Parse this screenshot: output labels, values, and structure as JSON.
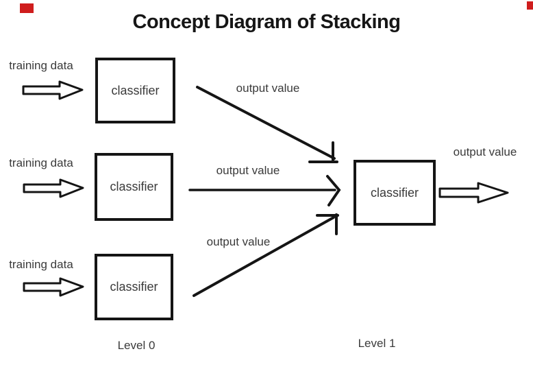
{
  "title": "Concept Diagram of Stacking",
  "colors": {
    "ink": "#1a1a1a",
    "text": "#3a3a3a",
    "background": "#ffffff",
    "corner_mark": "#cf1d1d"
  },
  "level0": {
    "caption": "Level 0",
    "rows": [
      {
        "input": "training data",
        "box": "classifier",
        "output": "output value"
      },
      {
        "input": "training data",
        "box": "classifier",
        "output": "output value"
      },
      {
        "input": "training data",
        "box": "classifier",
        "output": "output value"
      }
    ]
  },
  "level1": {
    "caption": "Level 1",
    "box": "classifier",
    "output": "output value"
  }
}
